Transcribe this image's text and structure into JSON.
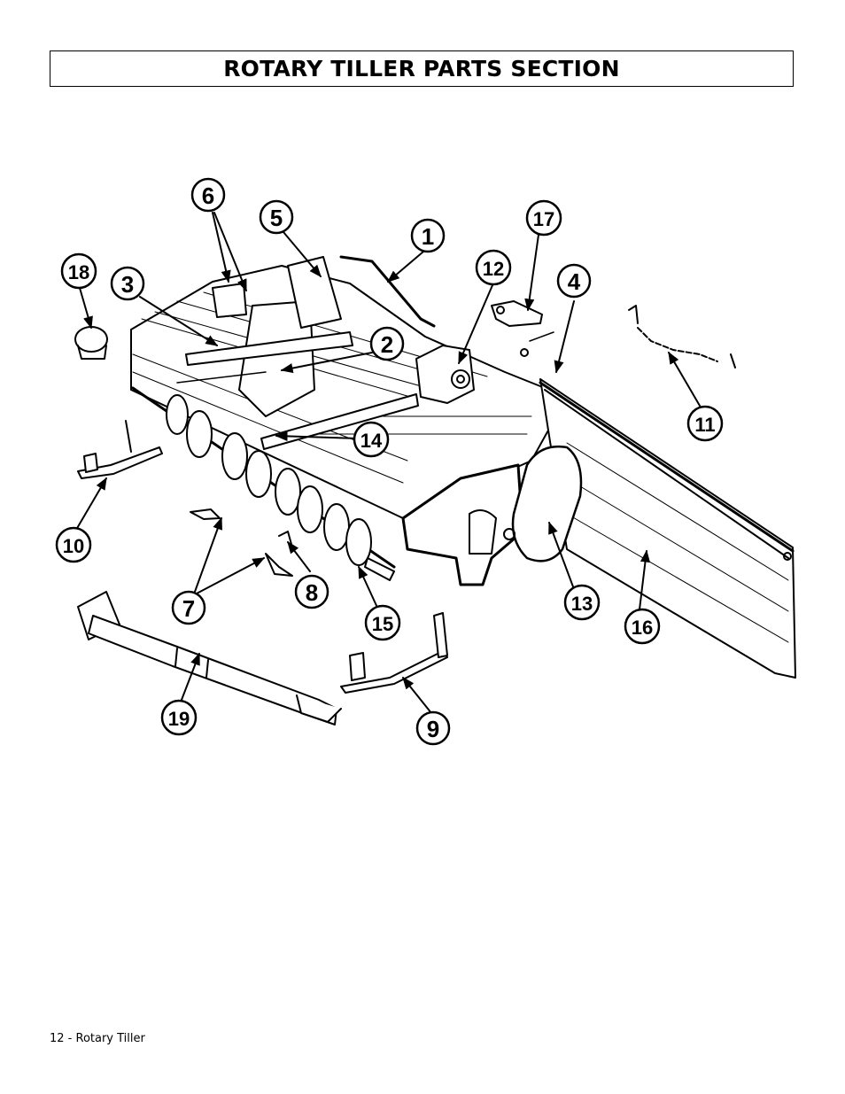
{
  "page": {
    "title": "ROTARY TILLER PARTS SECTION",
    "footer": "12 - Rotary Tiller"
  },
  "callouts": [
    "1",
    "2",
    "3",
    "4",
    "5",
    "6",
    "7",
    "8",
    "9",
    "10",
    "11",
    "12",
    "13",
    "14",
    "15",
    "16",
    "17",
    "18",
    "19"
  ]
}
